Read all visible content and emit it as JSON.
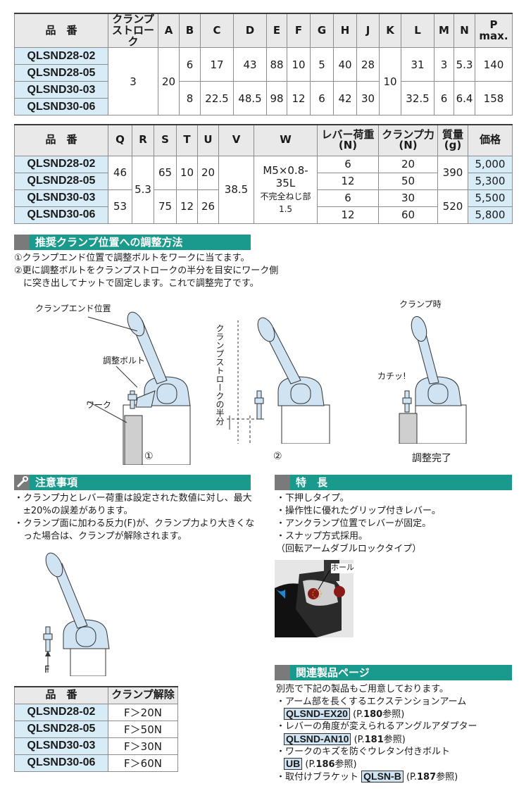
{
  "table1": {
    "headers": {
      "part": "品　番",
      "stroke_l1": "クランプ",
      "stroke_l2": "ストローク",
      "A": "A",
      "B": "B",
      "C": "C",
      "D": "D",
      "E": "E",
      "F": "F",
      "G": "G",
      "H": "H",
      "J": "J",
      "K": "K",
      "L": "L",
      "M": "M",
      "N": "N",
      "P_l1": "P",
      "P_l2": "max."
    },
    "rows": [
      {
        "part": "QLSND28-02"
      },
      {
        "part": "QLSND28-05"
      },
      {
        "part": "QLSND30-03"
      },
      {
        "part": "QLSND30-06"
      }
    ],
    "stroke": "3",
    "A": "20",
    "K": "10",
    "group1": {
      "B": "6",
      "C": "17",
      "D": "43",
      "E": "88",
      "F": "10",
      "G": "5",
      "H": "40",
      "J": "28",
      "L": "31",
      "M": "3",
      "N": "5.3",
      "P": "140"
    },
    "group2": {
      "B": "8",
      "C": "22.5",
      "D": "48.5",
      "E": "98",
      "F": "12",
      "G": "6",
      "H": "42",
      "J": "30",
      "L": "32.5",
      "M": "6",
      "N": "6.4",
      "P": "158"
    }
  },
  "table2": {
    "headers": {
      "part": "品　番",
      "Q": "Q",
      "R": "R",
      "S": "S",
      "T": "T",
      "U": "U",
      "V": "V",
      "W": "W",
      "lever_l1": "レバー荷重",
      "lever_l2": "(N)",
      "clamp_l1": "クランプ力",
      "clamp_l2": "(N)",
      "mass_l1": "質量",
      "mass_l2": "(g)",
      "price": "価格"
    },
    "rows": [
      {
        "part": "QLSND28-02",
        "lever": "6",
        "clamp": "20",
        "price": "5,000"
      },
      {
        "part": "QLSND28-05",
        "lever": "12",
        "clamp": "50",
        "price": "5,300"
      },
      {
        "part": "QLSND30-03",
        "lever": "6",
        "clamp": "30",
        "price": "5,500"
      },
      {
        "part": "QLSND30-06",
        "lever": "12",
        "clamp": "60",
        "price": "5,800"
      }
    ],
    "Q1": "46",
    "Q2": "53",
    "R": "5.3",
    "S1": "65",
    "S2": "75",
    "T1": "10",
    "T2": "12",
    "U1": "20",
    "U2": "26",
    "V": "38.5",
    "W_l1": "M5×0.8-35L",
    "W_l2": "不完全ねじ部 1.5",
    "mass1": "390",
    "mass2": "520"
  },
  "adjust": {
    "title": "推奨クランプ位置への調整方法",
    "step1": "①クランプエンド位置で調整ボルトをワークに当てます。",
    "step2a": "②更に調整ボルトをクランプストロークの半分を目安にワーク側",
    "step2b": "　に突き出してナットで固定します。これで調整完了です。",
    "lbl_clamp_end": "クランプエンド位置",
    "lbl_bolt": "調整ボルト",
    "lbl_work": "ワーク",
    "lbl_half_stroke": "クランプストロークの半分",
    "lbl_clamping": "クランプ時",
    "lbl_click": "カチッ!",
    "cap1": "①",
    "cap2": "②",
    "cap3": "調整完了"
  },
  "caution": {
    "title": "注意事項",
    "l1": "・クランプ力とレバー荷重は設定された数値に対し、最大",
    "l2": "　±20%の誤差があります。",
    "l3": "・クランプ面に加わる反力(F)が、クランプ力より大きくな",
    "l4": "　った場合は、クランプが解除されます。",
    "f_label": "F"
  },
  "release_table": {
    "h_part": "品　番",
    "h_release": "クランプ解除",
    "rows": [
      {
        "part": "QLSND28-02",
        "val": "F＞20N"
      },
      {
        "part": "QLSND28-05",
        "val": "F＞50N"
      },
      {
        "part": "QLSND30-03",
        "val": "F＞30N"
      },
      {
        "part": "QLSND30-06",
        "val": "F＞60N"
      }
    ]
  },
  "features": {
    "title": "特　長",
    "items": [
      "・下押しタイプ。",
      "・操作性に優れたグリップ付きレバー。",
      "・アンクランプ位置でレバーが固定。",
      "・スナップ方式採用。"
    ],
    "sub": "（回転アームダブルロックタイプ）",
    "photo_label": "ホール"
  },
  "related": {
    "title": "関連製品ページ",
    "intro": "別売で下記の製品もご用意しております。",
    "i1": "・アーム部を長くするエクステンションアーム",
    "i1_ref": "QLSND-EX20",
    "i1_pre": "(P.",
    "i1_page": "180",
    "i1_post": "参照)",
    "i2": "・レバーの角度が変えられるアングルアダプター",
    "i2_ref": "QLSND-AN10",
    "i2_pre": "(P.",
    "i2_page": "181",
    "i2_post": "参照)",
    "i3": "・ワークのキズを防ぐウレタン付きボルト",
    "i3_ref": "UB",
    "i3_pre": "(P.",
    "i3_page": "186",
    "i3_post": "参照)",
    "i4": "・取付けブラケット",
    "i4_ref": "QLSN-B",
    "i4_pre": "(P.",
    "i4_page": "187",
    "i4_post": "参照)"
  }
}
